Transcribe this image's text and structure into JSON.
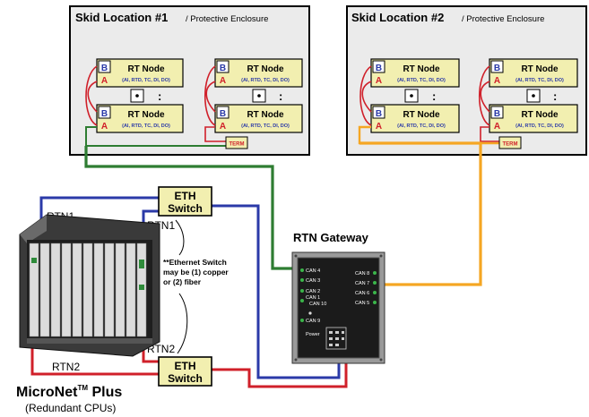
{
  "skid1": {
    "title": "Skid Location #1",
    "subtitle": "/ Protective Enclosure",
    "nodes": [
      {
        "b": "B",
        "a": "A",
        "title": "RT Node",
        "sub": "(AI, RTD, TC, DI, DO)"
      },
      {
        "b": "B",
        "a": "A",
        "title": "RT Node",
        "sub": "(AI, RTD, TC, DI, DO)"
      },
      {
        "b": "B",
        "a": "A",
        "title": "RT Node",
        "sub": "(AI, RTD, TC, DI, DO)"
      },
      {
        "b": "B",
        "a": "A",
        "title": "RT Node",
        "sub": "(AI, RTD, TC, DI, DO)"
      }
    ],
    "term": "TERM",
    "dots": ":"
  },
  "skid2": {
    "title": "Skid Location #2",
    "subtitle": "/ Protective Enclosure",
    "nodes": [
      {
        "b": "B",
        "a": "A",
        "title": "RT Node",
        "sub": "(AI, RTD, TC, DI, DO)"
      },
      {
        "b": "B",
        "a": "A",
        "title": "RT Node",
        "sub": "(AI, RTD, TC, DI, DO)"
      },
      {
        "b": "B",
        "a": "A",
        "title": "RT Node",
        "sub": "(AI, RTD, TC, DI, DO)"
      },
      {
        "b": "B",
        "a": "A",
        "title": "RT Node",
        "sub": "(AI, RTD, TC, DI, DO)"
      }
    ],
    "term": "TERM",
    "dots": ":"
  },
  "eth_top": {
    "line1": "ETH",
    "line2": "Switch"
  },
  "eth_bottom": {
    "line1": "ETH",
    "line2": "Switch"
  },
  "labels": {
    "rtn1_left": "RTN1",
    "rtn1_right": "RTN1",
    "rtn2_left": "RTN2",
    "rtn2_right": "RTN2",
    "note_line1": "**Ethernet Switch",
    "note_line2": "may be (1) copper",
    "note_line3": "or (2) fiber",
    "gateway_title": "RTN Gateway",
    "micronet_title": "MicroNet",
    "micronet_tm": "TM",
    "micronet_plus": " Plus",
    "micronet_sub": "(Redundant CPUs)"
  },
  "gateway_ports": {
    "can4": "CAN 4",
    "can3": "CAN 3",
    "can2": "CAN 2",
    "can1": "CAN 1",
    "can10": "CAN 10",
    "can9": "CAN 9",
    "can8": "CAN 8",
    "can7": "CAN 7",
    "can6": "CAN 6",
    "can5": "CAN 5",
    "power": "Power"
  },
  "colors": {
    "green": "#2e7d32",
    "orange": "#f5a623",
    "blue": "#2b3aa8",
    "red": "#d0202a",
    "node_fill": "#f2efb0"
  }
}
